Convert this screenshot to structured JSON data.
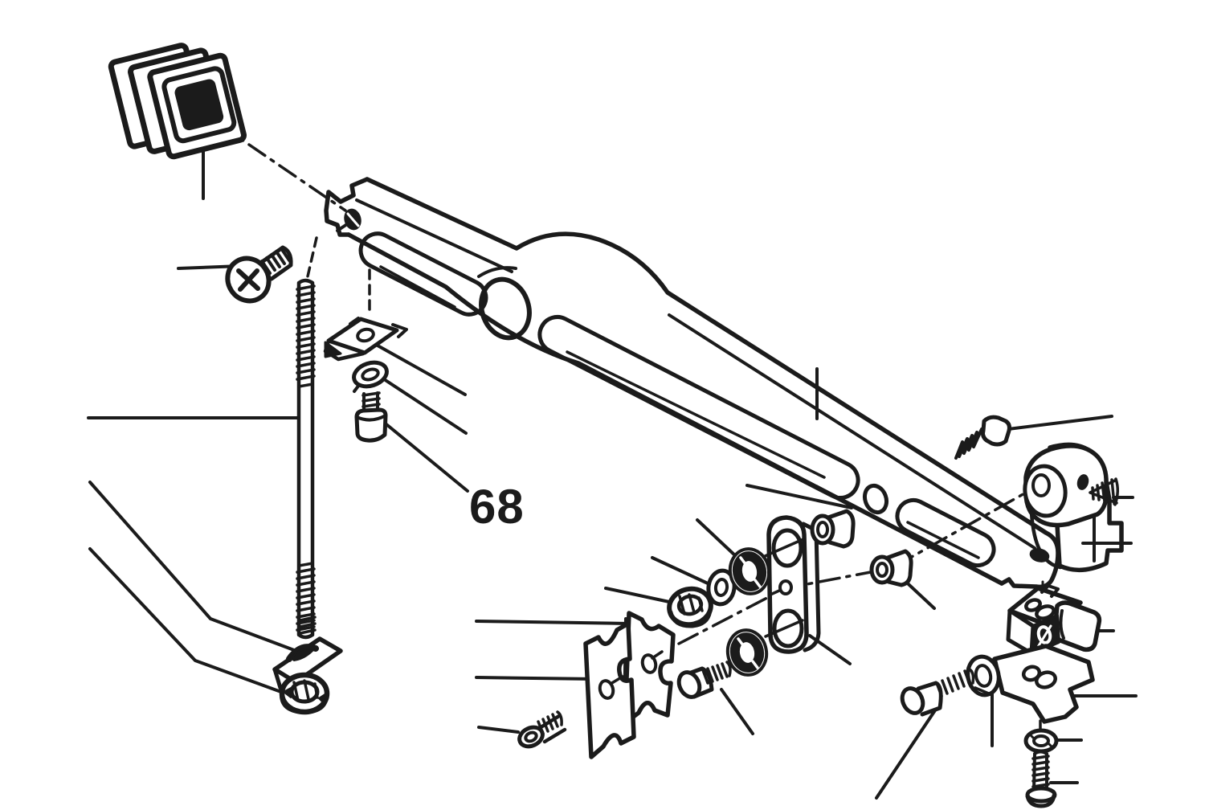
{
  "diagram": {
    "label": "68",
    "type": "exploded-parts-diagram",
    "background_color": "#ffffff",
    "ink_color": "#1b1b1b",
    "parts": [
      "rubber-buffer-pad",
      "phillips-screw",
      "threaded-rod",
      "spring-clip-nut",
      "washer",
      "socket-screw",
      "support-arm",
      "hex-flange-nut",
      "grommet",
      "link-plate",
      "bushing",
      "clamp-plates",
      "stop-bracket-cylinder",
      "spring-bolt",
      "set-screw",
      "clamp-block",
      "flat-bracket",
      "wave-washer",
      "cap-screw",
      "plain-washer",
      "stud-screw",
      "wedge-bracket"
    ]
  }
}
